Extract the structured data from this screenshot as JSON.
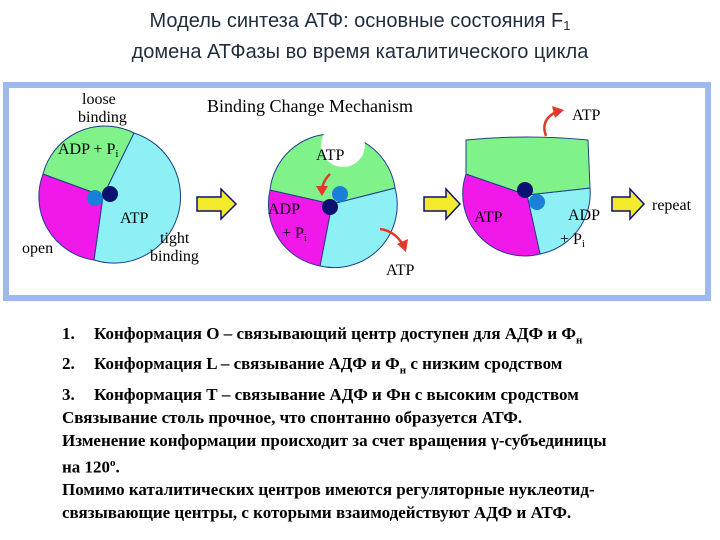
{
  "title": {
    "line1_main": "Модель синтеза АТФ: основные состояния F",
    "line1_sub": "1",
    "line2": "домена АТФазы во время каталитического цикла"
  },
  "diagram": {
    "heading": "Binding Change Mechanism",
    "state1": {
      "loose_line1": "loose",
      "loose_line2": "binding",
      "adp_pi": "ADP + P",
      "pi_sub": "i",
      "atp": "ATP",
      "open": "open",
      "tight_line1": "tight",
      "tight_line2": "binding"
    },
    "state2": {
      "atp_top": "ATP",
      "adp": "ADP",
      "plus_pi": "+ P",
      "pi_sub": "i",
      "atp_released": "ATP"
    },
    "state3": {
      "atp_released": "ATP",
      "atp_bound": "ATP",
      "adp": "ADP",
      "plus_pi": "+ P",
      "pi_sub": "i"
    },
    "repeat": "repeat",
    "colors": {
      "green": "#7ff28a",
      "magenta": "#f019ea",
      "cyan": "#8cf0f5",
      "frame": "#9db9ee",
      "arrow": "#f2ea2a",
      "release_arrow": "#e03a2a",
      "dot_blue": "#1a7fd6",
      "dot_navy": "#0b1170"
    },
    "icons": [
      "forward-arrow-icon",
      "release-arrow-icon"
    ]
  },
  "notes": {
    "item1_num": "1.",
    "item1_text": "Конформация О – связывающий центр доступен для АДФ и Ф",
    "item1_sub": "н",
    "item2_num": "2.",
    "item2_text": "Конформация L – связывание АДФ и Ф",
    "item2_sub": "н",
    "item2_tail": " с низким сродством",
    "item3_num": "3.",
    "item3_text": "Конформация Т – связывание АДФ и Фн с высоким сродством",
    "line4": "Связывание столь прочное, что спонтанно образуется АТФ.",
    "line5": "Изменение конформации происходит за счет вращения γ-субъединицы",
    "line6_main": "на 120",
    "line6_sup": "о",
    "line6_end": ".",
    "line7": "Помимо каталитических центров имеются регуляторные нуклеотид-",
    "line8": "связывающие центры, с которыми взаимодействуют АДФ и АТФ."
  }
}
